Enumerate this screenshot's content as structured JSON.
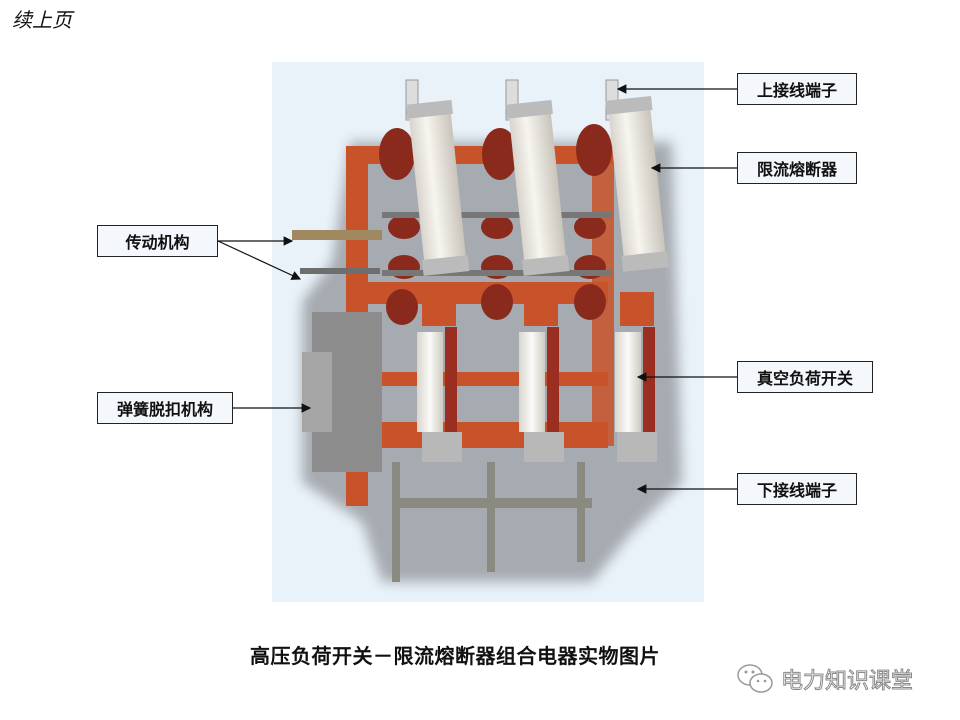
{
  "header": {
    "title": "续上页"
  },
  "figure": {
    "caption": "高压负荷开关－限流熔断器组合电器实物图片",
    "labels": {
      "upper_terminal": "上接线端子",
      "current_limiting_fuse": "限流熔断器",
      "transmission_mechanism": "传动机构",
      "spring_trip_mechanism": "弹簧脱扣机构",
      "vacuum_load_switch": "真空负荷开关",
      "lower_terminal": "下接线端子"
    },
    "colors": {
      "frame": "#c8532a",
      "insulator_dark": "#8a2a1c",
      "fuse_body": "#f1eee8",
      "background": "#e9f1f9"
    }
  },
  "watermark": {
    "text": "电力知识课堂",
    "icon": "wechat-icon"
  }
}
